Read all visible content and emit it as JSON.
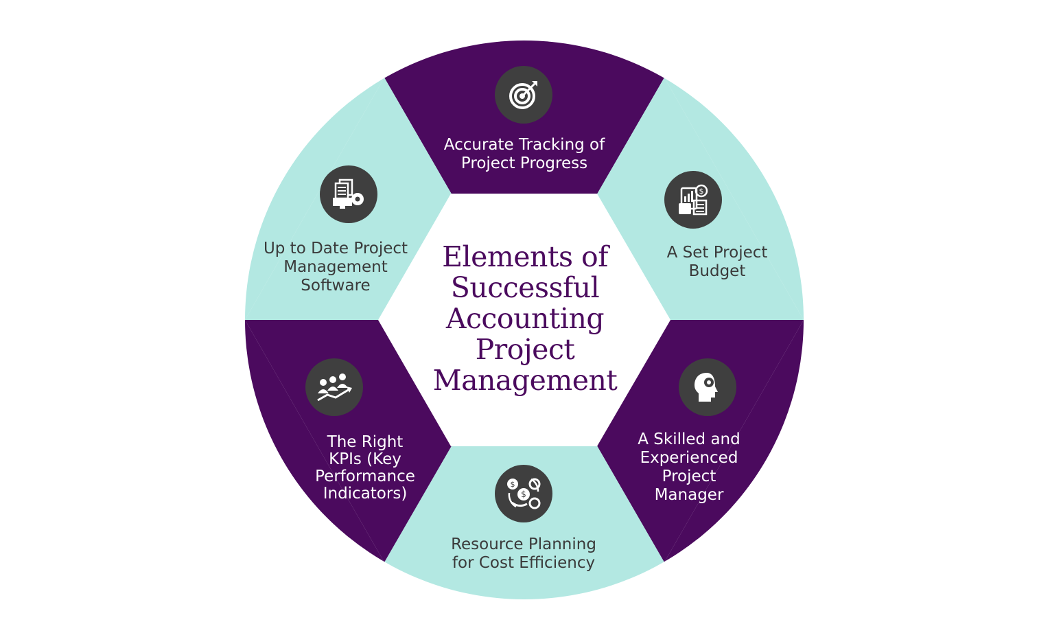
{
  "title_lines": [
    "Elements of",
    "Successful",
    "Accounting",
    "Project",
    "Management"
  ],
  "segments": {
    "top": {
      "lines": [
        "Accurate Tracking of",
        "Project Progress"
      ],
      "icon": "target-icon"
    },
    "upper_right": {
      "lines": [
        "A Set Project",
        "Budget"
      ],
      "icon": "budget-calculator-icon"
    },
    "lower_right": {
      "lines": [
        "A Skilled and",
        "Experienced",
        "Project",
        "Manager"
      ],
      "icon": "head-gear-icon"
    },
    "bottom": {
      "lines": [
        "Resource Planning",
        "for Cost Efficiency"
      ],
      "icon": "money-cycle-icon"
    },
    "lower_left": {
      "lines": [
        "The Right",
        "KPIs (Key",
        "Performance",
        "Indicators)"
      ],
      "icon": "team-growth-icon"
    },
    "upper_left": {
      "lines": [
        "Up to Date Project",
        "Management",
        "Software"
      ],
      "icon": "software-settings-icon"
    }
  },
  "colors": {
    "purple": "#4b0a5e",
    "mint": "#b3e8e2",
    "icon_bg": "#3f3f3f",
    "title": "#4b0a5e"
  }
}
